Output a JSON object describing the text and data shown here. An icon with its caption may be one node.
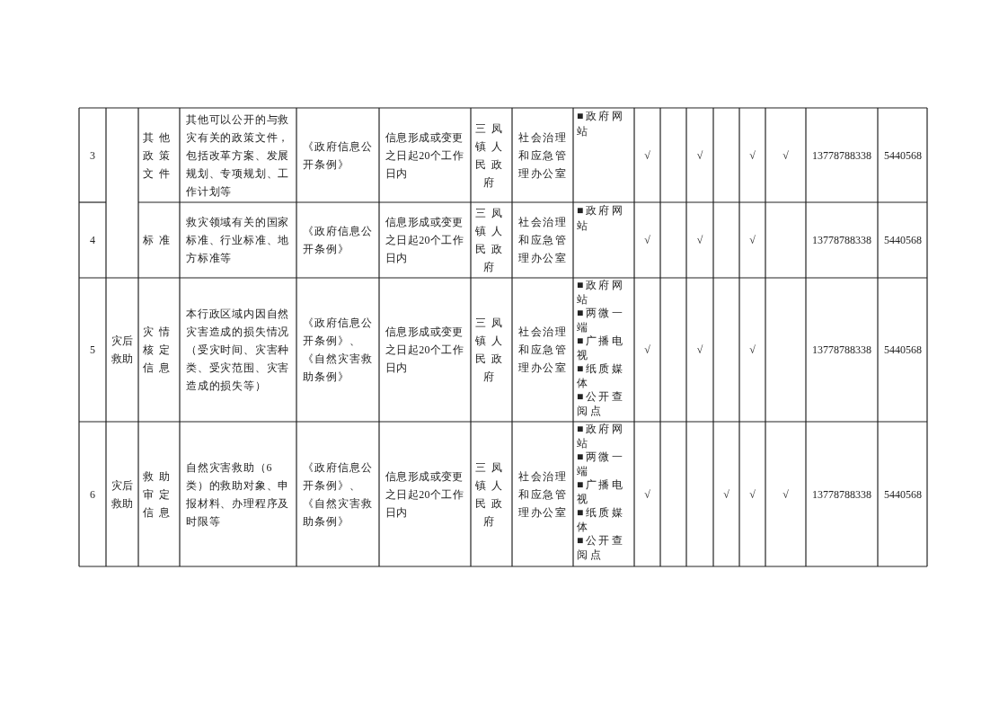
{
  "diagram": {
    "labels": [
      "3",
      "其他政策文件",
      "其他可以公开的与救灾有关的政策文件，包括改革方案、发展规划、专项规划、工作计划等",
      "《政府信息公开条例》",
      "信息形成或变更之日起20个工作日内",
      "三凤镇人民政府",
      "社会治理和应急管理办公室",
      "■政府网站",
      "√",
      "√",
      "√",
      "√",
      "13778788338",
      "5440568",
      "4",
      "标准",
      "救灾领域有关的国家标准、行业标准、地方标准等",
      "《政府信息公开条例》",
      "信息形成或变更之日起20个工作日内",
      "三凤镇人民政府",
      "社会治理和应急管理办公室",
      "■政府网站",
      "√",
      "√",
      "√",
      "13778788338",
      "5440568",
      "5",
      "灾后救助",
      "灾情核定信息",
      "本行政区域内因自然灾害造成的损失情况（受灾时间、灾害种类、受灾范围、灾害造成的损失等）",
      "《政府信息公开条例》、《自然灾害救助条例》",
      "信息形成或变更之日起20个工作日内",
      "三凤镇人民政府",
      "社会治理和应急管理办公室",
      "■政府网站",
      "■两微一端",
      "■广播电视",
      "■纸质媒体",
      "■公开查阅点",
      "√",
      "√",
      "√",
      "13778788338",
      "5440568",
      "6",
      "灾后救助",
      "救助审定信息",
      "自然灾害救助（6类）的救助对象、申报材料、办理程序及时限等",
      "《政府信息公开条例》、《自然灾害救助条例》",
      "信息形成或变更之日起20个工作日内",
      "三凤镇人民政府",
      "社会治理和应急管理办公室",
      "■政府网站",
      "■两微一端",
      "■广播电视",
      "■纸质媒体",
      "■公开查阅点",
      "√",
      "√",
      "√",
      "√",
      "13778788338",
      "5440568"
    ]
  }
}
